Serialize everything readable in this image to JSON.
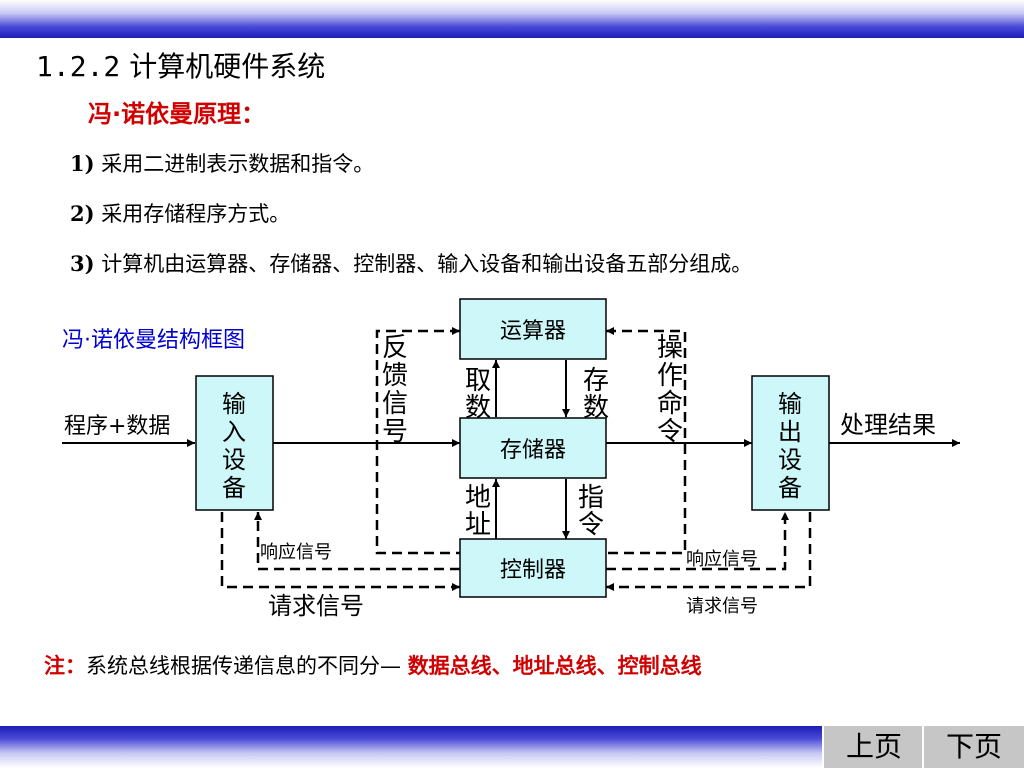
{
  "title_number": "1.2.2",
  "title_text": "计算机硬件系统",
  "principle_title": "冯·诺依曼原理：",
  "points": [
    {
      "num": "1)",
      "text": "采用二进制表示数据和指令。"
    },
    {
      "num": "2)",
      "text": "采用存储程序方式。"
    },
    {
      "num": "3)",
      "text": "计算机由运算器、存储器、控制器、输入设备和输出设备五部分组成。"
    }
  ],
  "diagram": {
    "title": "冯·诺依曼结构框图",
    "alu": "运算器",
    "memory": "存储器",
    "control": "控制器",
    "input_device": [
      "输",
      "入",
      "设",
      "备"
    ],
    "output_device": [
      "输",
      "出",
      "设",
      "备"
    ],
    "input_label": "程序+数据",
    "output_label": "处理结果",
    "feedback_signal": [
      "反",
      "馈",
      "信",
      "号"
    ],
    "operation_command": [
      "操",
      "作",
      "命",
      "令"
    ],
    "fetch_data": [
      "取",
      "数"
    ],
    "store_data": [
      "存",
      "数"
    ],
    "address": [
      "地",
      "址"
    ],
    "instruction": [
      "指",
      "令"
    ],
    "response_left": "响应信号",
    "response_right": "响应信号",
    "request_left": "请求信号",
    "request_right": "请求信号"
  },
  "note": {
    "label": "注：",
    "text": "系统总线根据传递信息的不同分—",
    "buses": "数据总线、地址总线、控制总线"
  },
  "nav": {
    "prev": "上页",
    "next": "下页"
  },
  "colors": {
    "box_fill": "#cdf7f9",
    "accent_red": "#d00000",
    "accent_blue": "#0000d0",
    "band": "#1c1cb8"
  }
}
